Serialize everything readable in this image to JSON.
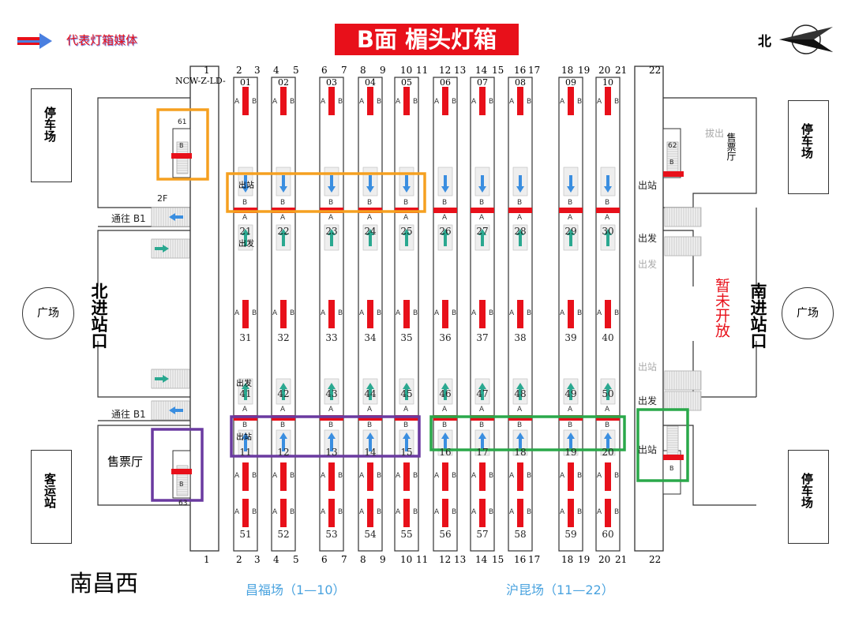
{
  "title": "B面 楣头灯箱",
  "legend": {
    "text": "代表灯箱媒体",
    "arrow_color": "#e8101a"
  },
  "north": {
    "label": "北"
  },
  "station_name": "南昌西",
  "code": "NCW-Z-LD-",
  "left_side": {
    "parking": "停车场",
    "bus_station": "客运站",
    "plaza": "广场",
    "entrance": "北进站口",
    "ticket_hall": "售票厅",
    "to_b1_top": "通往 B1",
    "to_b1_bottom": "通往 B1",
    "floor": "2F",
    "box61": "61",
    "box63": "63",
    "b_label": "B"
  },
  "right_side": {
    "parking_top": "停车场",
    "parking_bottom": "停车场",
    "plaza": "广场",
    "entrance": "南进站口",
    "not_open": "暂未开放",
    "ticket_hall": "售票厅",
    "exit_top": "出站",
    "depart": "出发",
    "depart_gray": "出发",
    "exit_mid_gray": "出站",
    "depart_mid": "出发",
    "exit_bottom": "出站",
    "baochu": "拔出",
    "box62": "62",
    "b_label": "B"
  },
  "labels": {
    "exit": "出站",
    "depart": "出发",
    "a": "A",
    "b": "B"
  },
  "track_numbers": [
    "1",
    "2",
    "3",
    "4",
    "5",
    "6",
    "7",
    "8",
    "9",
    "10",
    "11",
    "12",
    "13",
    "14",
    "15",
    "16",
    "17",
    "18",
    "19",
    "20",
    "21",
    "22"
  ],
  "platforms": [
    {
      "code": "01",
      "n2": "21",
      "n3": "31",
      "n4": "41",
      "n5": "11",
      "n6": "51"
    },
    {
      "code": "02",
      "n2": "22",
      "n3": "32",
      "n4": "42",
      "n5": "12",
      "n6": "52"
    },
    {
      "code": "03",
      "n2": "23",
      "n3": "33",
      "n4": "43",
      "n5": "13",
      "n6": "53"
    },
    {
      "code": "04",
      "n2": "24",
      "n3": "34",
      "n4": "44",
      "n5": "14",
      "n6": "54"
    },
    {
      "code": "05",
      "n2": "25",
      "n3": "35",
      "n4": "45",
      "n5": "15",
      "n6": "55"
    },
    {
      "code": "06",
      "n2": "26",
      "n3": "36",
      "n4": "46",
      "n5": "16",
      "n6": "56"
    },
    {
      "code": "07",
      "n2": "27",
      "n3": "37",
      "n4": "47",
      "n5": "17",
      "n6": "57"
    },
    {
      "code": "08",
      "n2": "28",
      "n3": "38",
      "n4": "48",
      "n5": "18",
      "n6": "58"
    },
    {
      "code": "09",
      "n2": "29",
      "n3": "39",
      "n4": "49",
      "n5": "19",
      "n6": "59"
    },
    {
      "code": "10",
      "n2": "30",
      "n3": "40",
      "n4": "50",
      "n5": "20",
      "n6": "60"
    }
  ],
  "bottom": {
    "yard1": "昌福场（1—10）",
    "yard2": "沪昆场（11—22）"
  },
  "colors": {
    "red": "#e8101a",
    "orange": "#f5a020",
    "purple": "#6a3aa0",
    "green": "#2aa84a",
    "blue": "#3a8ee0",
    "teal": "#2aa890",
    "bluetext": "#4aa3df"
  }
}
